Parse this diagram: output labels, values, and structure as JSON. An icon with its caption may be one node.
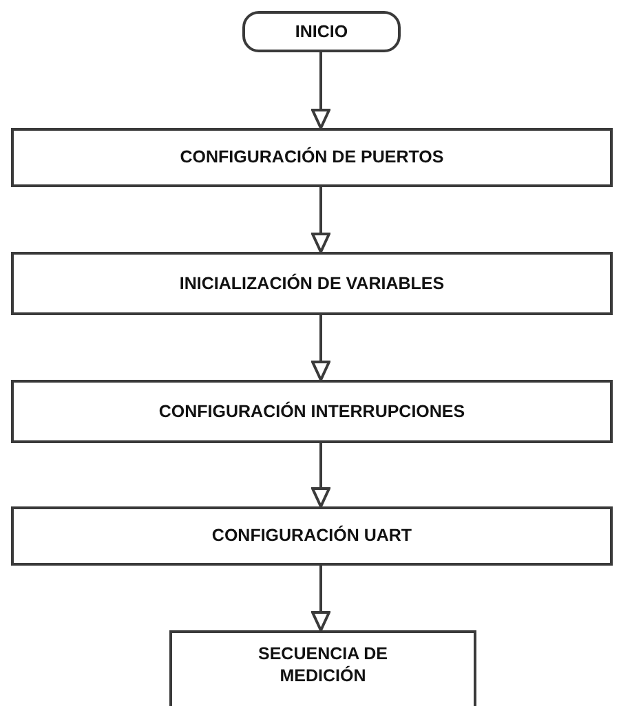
{
  "diagram": {
    "nodes": [
      {
        "text": [
          "INICIO"
        ]
      },
      {
        "text": [
          "CONFIGURACIÓN DE PUERTOS"
        ]
      },
      {
        "text": [
          "INICIALIZACIÓN DE VARIABLES"
        ]
      },
      {
        "text": [
          "CONFIGURACIÓN INTERRUPCIONES"
        ]
      },
      {
        "text": [
          "CONFIGURACIÓN UART"
        ]
      },
      {
        "text": [
          "SECUENCIA DE MEDICIÓN"
        ]
      }
    ],
    "edges": [
      {
        "from": 0,
        "to": 1,
        "arrow": "to"
      },
      {
        "from": 1,
        "to": 2,
        "arrow": "to"
      },
      {
        "from": 2,
        "to": 3,
        "arrow": "to"
      },
      {
        "from": 3,
        "to": 4,
        "arrow": "to"
      },
      {
        "from": 4,
        "to": 5,
        "arrow": "to"
      }
    ]
  }
}
